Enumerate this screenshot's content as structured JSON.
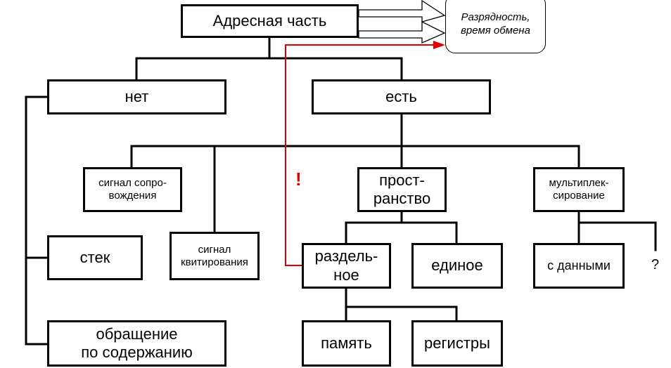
{
  "diagram": {
    "root": "Адресная часть",
    "callout": "Разрядность,\nвремя обмена",
    "no_address": "нет",
    "has_address": "есть",
    "signal_accompany": "сигнал сопро-\nвождения",
    "stack": "стек",
    "content_access": "обращение\nпо содержанию",
    "signal_handshake": "сигнал\nквитирования",
    "space": "прост-\nранство",
    "multiplexing": "мультиплек-\nсирование",
    "separate": "раздель-\nное",
    "unified": "единое",
    "with_data": "с данными",
    "question": "?",
    "memory": "память",
    "registers": "регистры",
    "warning_mark": "!"
  },
  "colors": {
    "line": "#000000",
    "highlight": "#e00000",
    "callout_arrow_fill": "#ffffff"
  }
}
